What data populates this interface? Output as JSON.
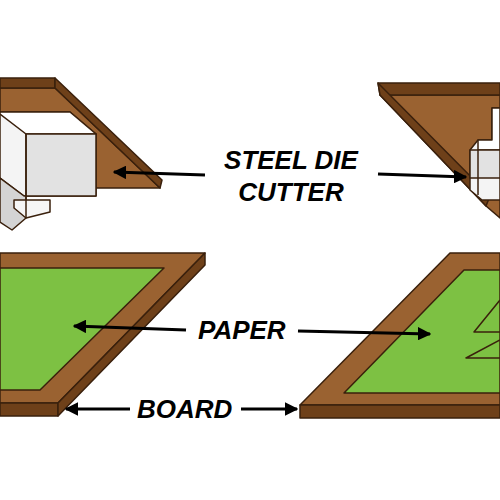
{
  "diagram": {
    "labels": [
      "STEEL DIE CUTTER",
      "PAPER",
      "BOARD"
    ]
  }
}
